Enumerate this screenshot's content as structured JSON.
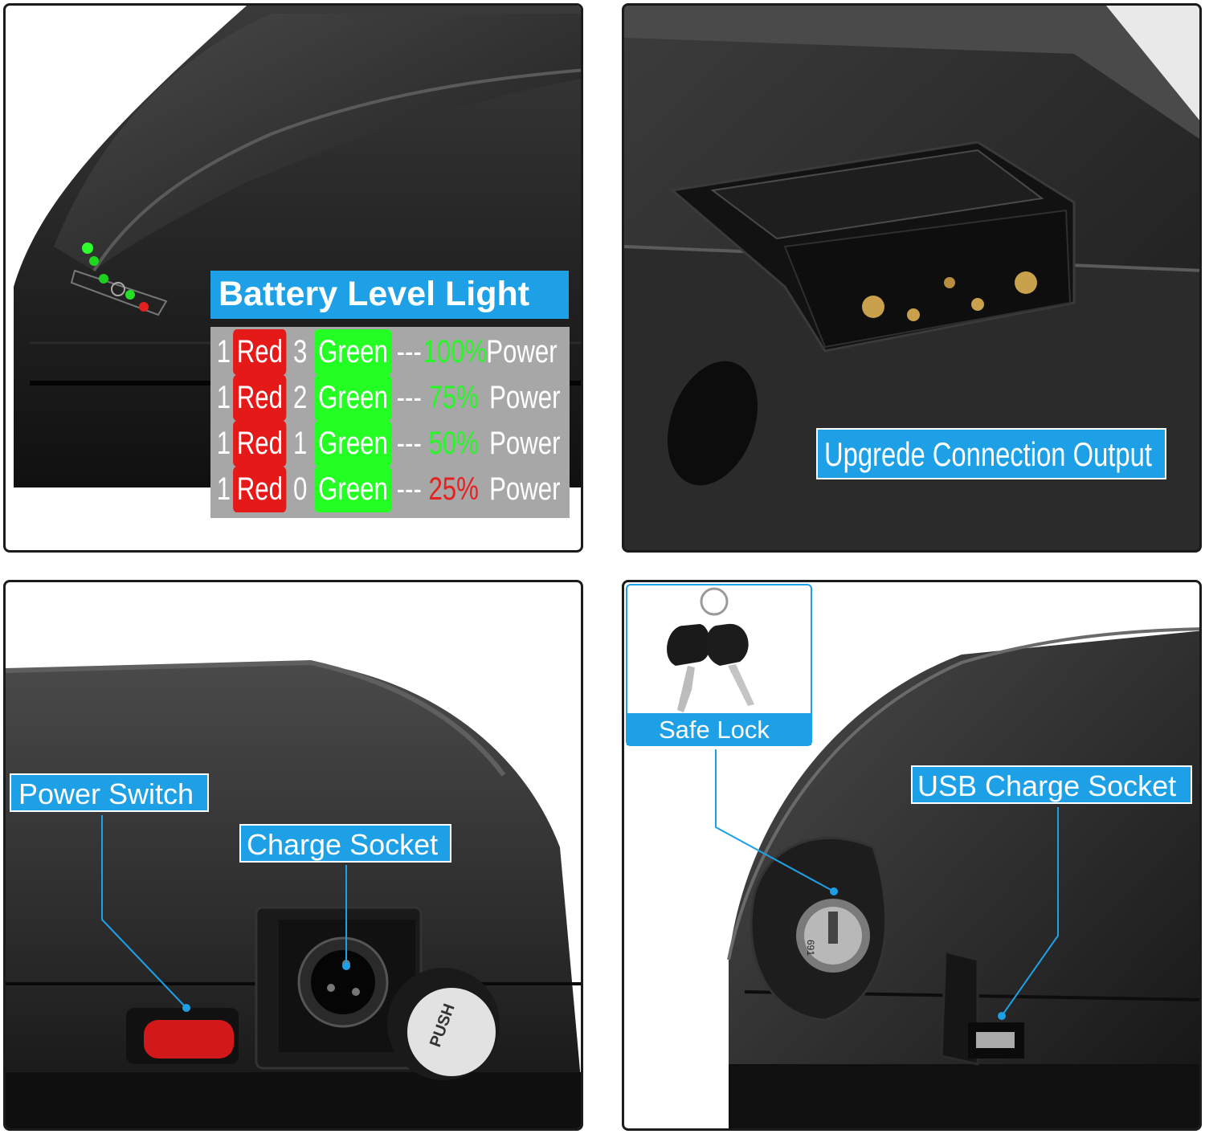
{
  "panels": {
    "battery_level": {
      "title": "Battery Level Light",
      "rows": [
        {
          "red_count": "1",
          "red_label": "Red",
          "green_count": "3",
          "green_label": "Green",
          "dashes": "---",
          "percent": "100%",
          "suffix": "Power",
          "percent_color": "#27f627"
        },
        {
          "red_count": "1",
          "red_label": "Red",
          "green_count": "2",
          "green_label": "Green",
          "dashes": "---",
          "percent": "75%",
          "suffix": "Power",
          "percent_color": "#27f627"
        },
        {
          "red_count": "1",
          "red_label": "Red",
          "green_count": "1",
          "green_label": "Green",
          "dashes": "---",
          "percent": "50%",
          "suffix": "Power",
          "percent_color": "#27f627"
        },
        {
          "red_count": "1",
          "red_label": "Red",
          "green_count": "0",
          "green_label": "Green",
          "dashes": "---",
          "percent": "25%",
          "suffix": "Power",
          "percent_color": "#e62020"
        }
      ]
    },
    "connection": {
      "label": "Upgrede Connection Output"
    },
    "switch_socket": {
      "power_switch_label": "Power Switch",
      "charge_socket_label": "Charge Socket",
      "cap_text": "PUSH"
    },
    "lock_usb": {
      "safe_lock_label": "Safe Lock",
      "usb_label": "USB Charge Socket",
      "lock_number": "691"
    }
  },
  "colors": {
    "accent": "#1ea0e6",
    "red_chip": "#e61919",
    "green_chip": "#23ff23",
    "panel_border": "#1b1b1b"
  }
}
